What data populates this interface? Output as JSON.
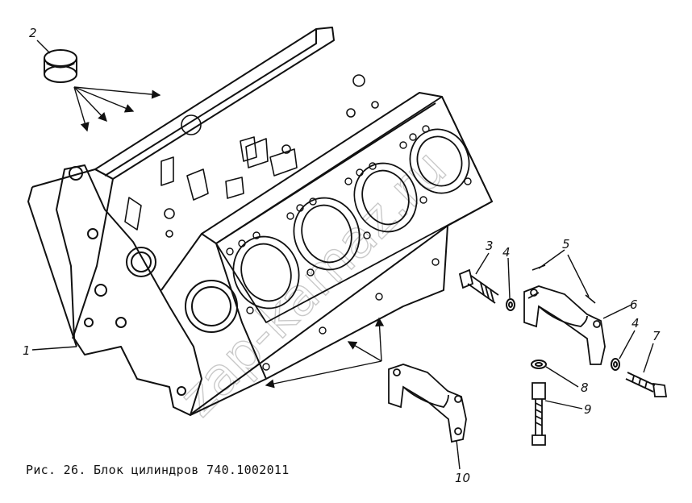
{
  "figure": {
    "caption": "Рис. 26. Блок цилиндров 740.1002011",
    "watermark": "zap-kamaz.ru",
    "callouts": [
      "1",
      "2",
      "3",
      "4",
      "4",
      "5",
      "6",
      "7",
      "8",
      "9",
      "10"
    ]
  },
  "colors": {
    "ink": "#111111",
    "watermark": "#c9c9c9",
    "background": "#ffffff"
  }
}
